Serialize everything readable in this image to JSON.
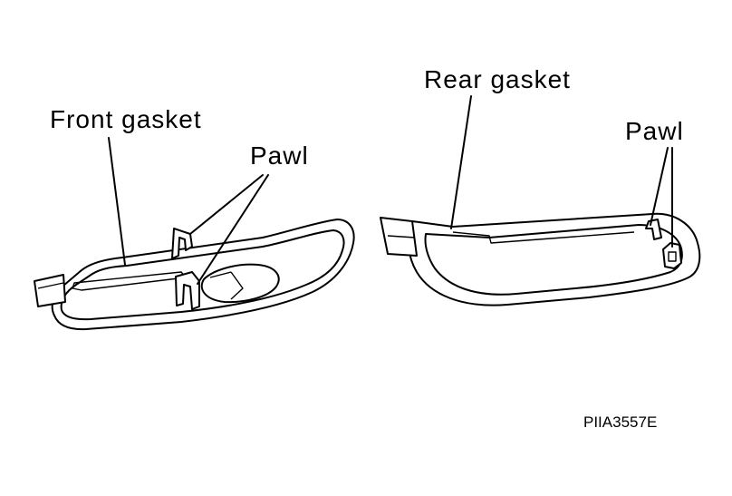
{
  "labels": {
    "front_gasket": "Front gasket",
    "front_pawl": "Pawl",
    "rear_gasket": "Rear gasket",
    "rear_pawl": "Pawl",
    "figure_code": "PIIA3557E"
  }
}
